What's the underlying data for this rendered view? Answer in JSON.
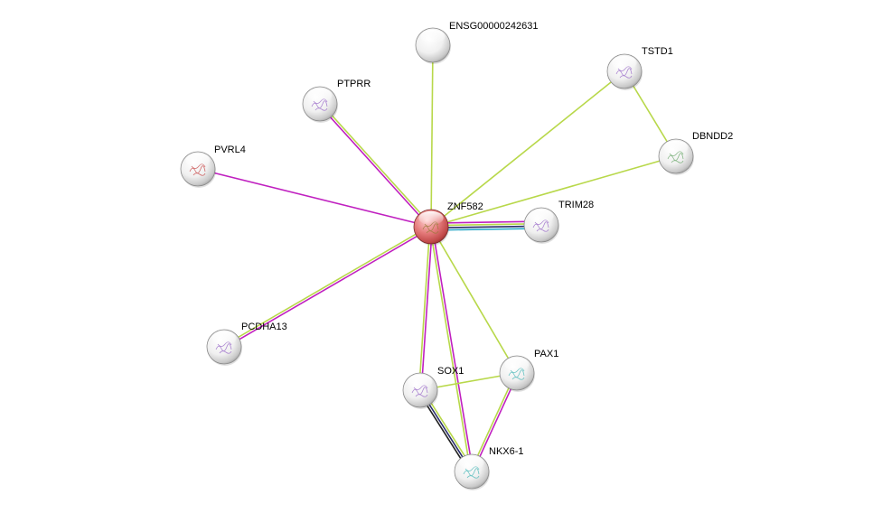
{
  "network": {
    "colors": {
      "query_node": "#e86a6a",
      "node_base": "#f2f2f2",
      "edge_magenta": "#c020c0",
      "edge_yellowgreen": "#b8d84a",
      "edge_cyan": "#2aa9c9",
      "edge_navy": "#2a2f6a",
      "edge_black": "#222222"
    },
    "nodes": [
      {
        "id": "ZNF582",
        "label": "ZNF582",
        "query": true,
        "icon": "protein-structure-icon"
      },
      {
        "id": "ENSG00000242631",
        "label": "ENSG00000242631",
        "query": false,
        "icon": "empty-node-icon"
      },
      {
        "id": "TSTD1",
        "label": "TSTD1",
        "query": false,
        "icon": "protein-structure-icon"
      },
      {
        "id": "PTPRR",
        "label": "PTPRR",
        "query": false,
        "icon": "protein-structure-icon"
      },
      {
        "id": "PVRL4",
        "label": "PVRL4",
        "query": false,
        "icon": "protein-structure-icon"
      },
      {
        "id": "DBNDD2",
        "label": "DBNDD2",
        "query": false,
        "icon": "protein-structure-icon"
      },
      {
        "id": "TRIM28",
        "label": "TRIM28",
        "query": false,
        "icon": "protein-structure-icon"
      },
      {
        "id": "PCDHA13",
        "label": "PCDHA13",
        "query": false,
        "icon": "protein-structure-icon"
      },
      {
        "id": "PAX1",
        "label": "PAX1",
        "query": false,
        "icon": "protein-structure-icon"
      },
      {
        "id": "SOX1",
        "label": "SOX1",
        "query": false,
        "icon": "protein-structure-icon"
      },
      {
        "id": "NKX6-1",
        "label": "NKX6-1",
        "query": false,
        "icon": "protein-structure-icon"
      }
    ],
    "edges": [
      {
        "source": "ZNF582",
        "target": "ENSG00000242631",
        "types": [
          "yellowgreen"
        ]
      },
      {
        "source": "ZNF582",
        "target": "TSTD1",
        "types": [
          "yellowgreen"
        ]
      },
      {
        "source": "ZNF582",
        "target": "PTPRR",
        "types": [
          "magenta",
          "yellowgreen"
        ]
      },
      {
        "source": "ZNF582",
        "target": "PVRL4",
        "types": [
          "magenta"
        ]
      },
      {
        "source": "ZNF582",
        "target": "DBNDD2",
        "types": [
          "yellowgreen"
        ]
      },
      {
        "source": "ZNF582",
        "target": "TRIM28",
        "types": [
          "magenta",
          "yellowgreen",
          "navy",
          "cyan"
        ]
      },
      {
        "source": "ZNF582",
        "target": "PCDHA13",
        "types": [
          "magenta",
          "yellowgreen"
        ]
      },
      {
        "source": "ZNF582",
        "target": "PAX1",
        "types": [
          "yellowgreen"
        ]
      },
      {
        "source": "ZNF582",
        "target": "SOX1",
        "types": [
          "magenta",
          "yellowgreen"
        ]
      },
      {
        "source": "ZNF582",
        "target": "NKX6-1",
        "types": [
          "magenta",
          "yellowgreen"
        ]
      },
      {
        "source": "TSTD1",
        "target": "DBNDD2",
        "types": [
          "yellowgreen"
        ]
      },
      {
        "source": "SOX1",
        "target": "PAX1",
        "types": [
          "yellowgreen"
        ]
      },
      {
        "source": "SOX1",
        "target": "NKX6-1",
        "types": [
          "yellowgreen",
          "navy",
          "black"
        ]
      },
      {
        "source": "PAX1",
        "target": "NKX6-1",
        "types": [
          "magenta",
          "yellowgreen"
        ]
      }
    ]
  }
}
